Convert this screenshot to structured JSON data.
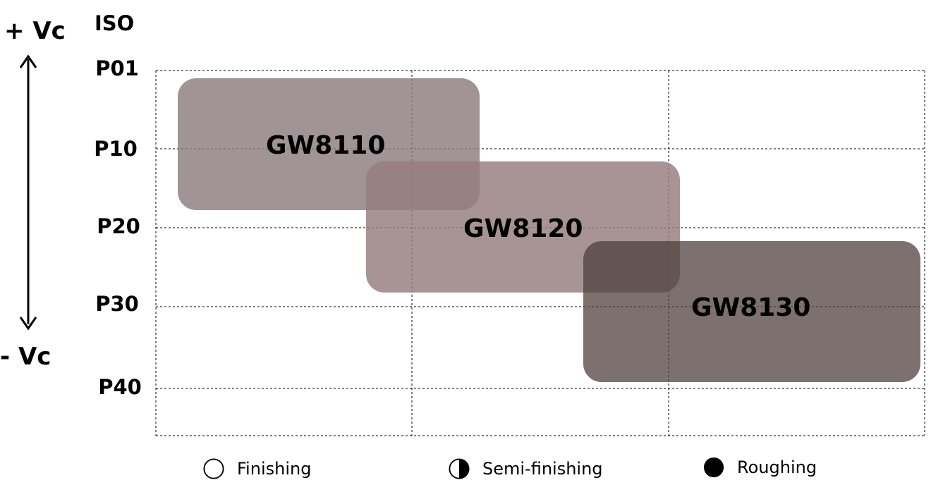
{
  "header": {
    "iso_label": "ISO",
    "vc_plus": "+ Vc",
    "vc_minus": "- Vc"
  },
  "iso_scale": [
    "P01",
    "P10",
    "P20",
    "P30",
    "P40"
  ],
  "grades": [
    {
      "name": "GW8110",
      "iso_from": "P01",
      "iso_to": "P20",
      "color": "#8b7c80"
    },
    {
      "name": "GW8120",
      "iso_from": "P10",
      "iso_to": "P30",
      "color": "#957d7e"
    },
    {
      "name": "GW8130",
      "iso_from": "P20",
      "iso_to": "P40",
      "color": "#4e3f3c"
    }
  ],
  "legend": [
    {
      "label": "Finishing",
      "symbol": "empty-circle-icon"
    },
    {
      "label": "Semi-finishing",
      "symbol": "half-circle-icon"
    },
    {
      "label": "Roughing",
      "symbol": "filled-circle-icon"
    }
  ]
}
